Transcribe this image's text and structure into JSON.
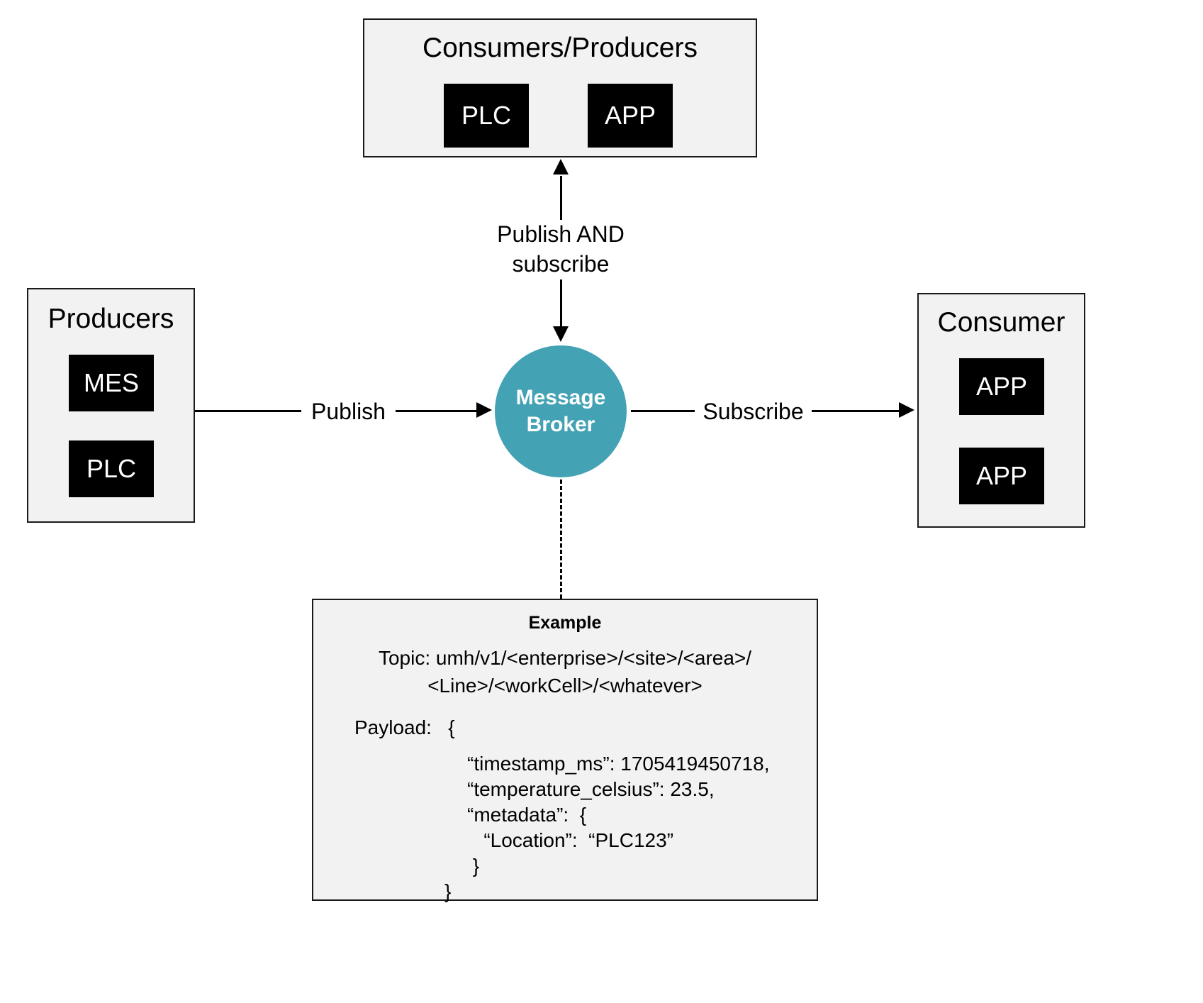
{
  "diagram": {
    "title": "Message Broker publish/subscribe architecture",
    "colors": {
      "broker_fill": "#44a2b5",
      "group_fill": "#f2f2f2",
      "group_border": "#1a1a1a",
      "node_fill": "#000000",
      "node_text": "#ffffff",
      "canvas": "#ffffff"
    }
  },
  "groups": {
    "consumers_producers": {
      "title": "Consumers/Producers",
      "nodes": [
        {
          "label": "PLC"
        },
        {
          "label": "APP"
        }
      ]
    },
    "producers": {
      "title": "Producers",
      "nodes": [
        {
          "label": "MES"
        },
        {
          "label": "PLC"
        }
      ]
    },
    "consumer": {
      "title": "Consumer",
      "nodes": [
        {
          "label": "APP"
        },
        {
          "label": "APP"
        }
      ]
    }
  },
  "broker": {
    "line1": "Message",
    "line2": "Broker"
  },
  "edges": {
    "publish": "Publish",
    "subscribe": "Subscribe",
    "publish_and_subscribe_line1": "Publish AND",
    "publish_and_subscribe_line2": "subscribe"
  },
  "example": {
    "title": "Example",
    "topic_line1": "Topic: umh/v1/<enterprise>/<site>/<area>/",
    "topic_line2": "<Line>/<workCell>/<whatever>",
    "payload_open": "Payload:   {",
    "payload_lines": [
      "“timestamp_ms”: 1705419450718,",
      "“temperature_celsius”: 23.5,",
      "“metadata”:  {",
      "   “Location”:  “PLC123”",
      " }"
    ],
    "payload_close": "}"
  }
}
